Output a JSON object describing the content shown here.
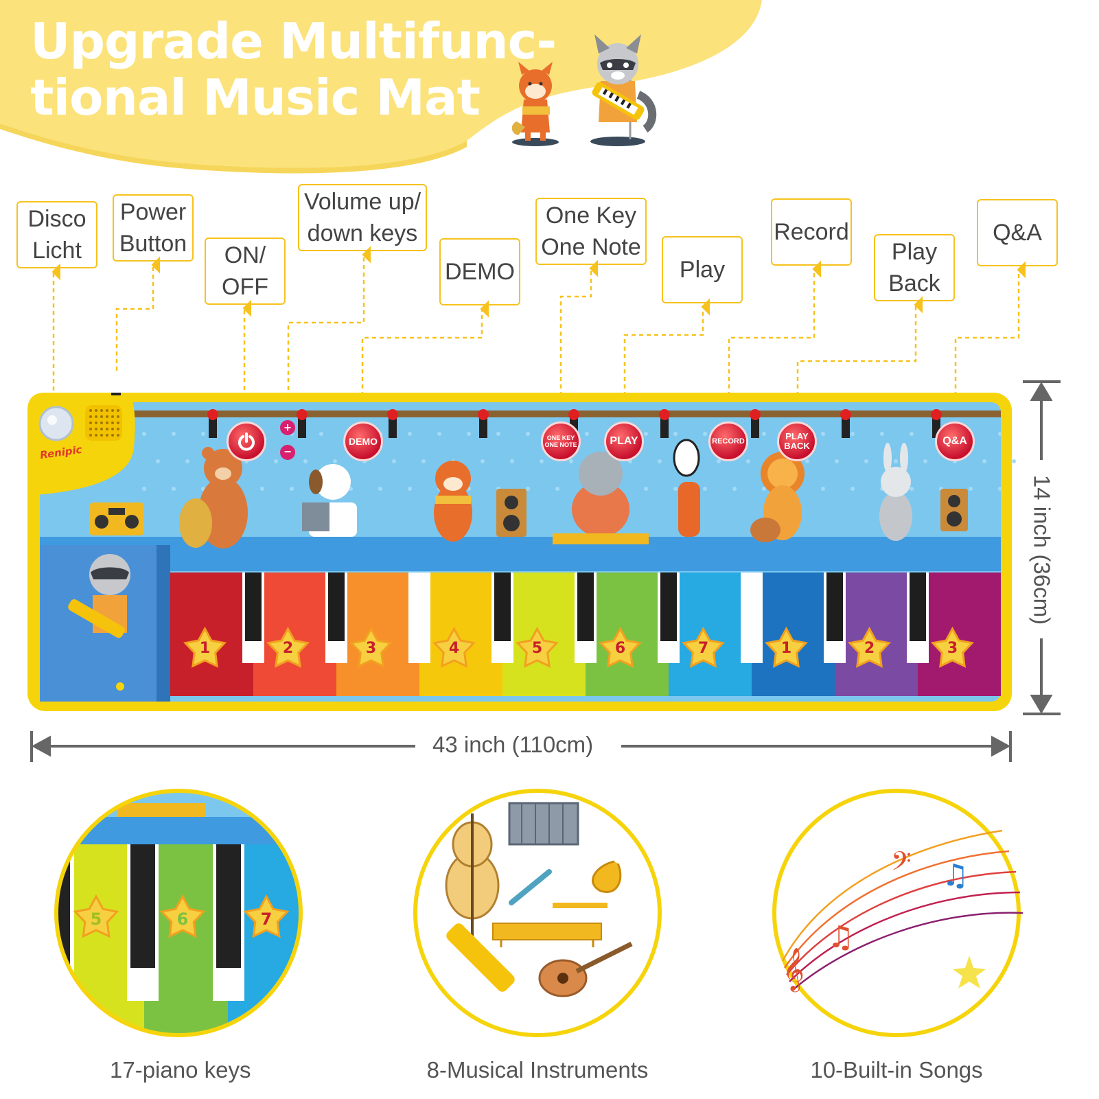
{
  "banner": {
    "title_line1": "Upgrade Multifunc-",
    "title_line2": "tional Music Mat",
    "bg_color": "#fbe27a",
    "accent_color": "#f6d65a"
  },
  "callouts": {
    "disco": [
      "Disco",
      "Licht"
    ],
    "power": [
      "Power",
      "Button"
    ],
    "onoff": [
      "ON/",
      "OFF"
    ],
    "volume": [
      "Volume up/",
      "down keys"
    ],
    "demo": [
      "DEMO"
    ],
    "onekey": [
      "One Key",
      "One Note"
    ],
    "play": [
      "Play"
    ],
    "record": [
      "Record"
    ],
    "playback": [
      "Play",
      "Back"
    ],
    "qa": [
      "Q&A"
    ]
  },
  "mat": {
    "brand": "Renipic",
    "buttons": {
      "onoff_icon": "power-icon",
      "demo": "DEMO",
      "onekey_1": "ONE KEY",
      "onekey_2": "ONE NOTE",
      "play": "PLAY",
      "record": "RECORD",
      "playback_1": "PLAY",
      "playback_2": "BACK",
      "qa": "Q&A"
    },
    "key_labels": [
      "1",
      "2",
      "3",
      "4",
      "5",
      "6",
      "7",
      "1",
      "2",
      "3"
    ],
    "key_colors": [
      "#c8202a",
      "#ef4a36",
      "#f7902a",
      "#f6c80c",
      "#d7e21f",
      "#7cc242",
      "#27a9e1",
      "#1d73c0",
      "#7b4aa3",
      "#a11a6e"
    ],
    "frame_color": "#f6d40c",
    "stage_color": "#7cc7ee"
  },
  "dimensions": {
    "width": "43 inch (110cm)",
    "height": "14 inch (36cm)"
  },
  "features": {
    "piano": "17-piano keys",
    "instruments": "8-Musical Instruments",
    "songs": "10-Built-in Songs",
    "zoom_key_labels": [
      "5",
      "6",
      "7"
    ]
  }
}
